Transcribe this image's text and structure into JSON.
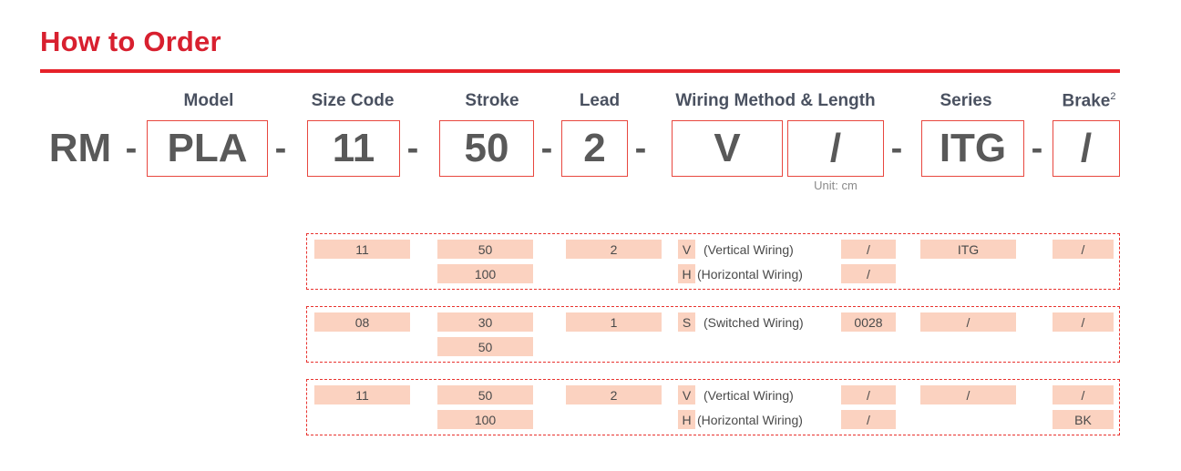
{
  "title": "How to Order",
  "accent_color": "#e62129",
  "title_color": "#d8202f",
  "chip_color": "#fbd2c0",
  "box_border_color": "#e8473f",
  "dashed_border_color": "#e8332f",
  "columns": [
    {
      "label": "Model",
      "sup": ""
    },
    {
      "label": "Size Code",
      "sup": ""
    },
    {
      "label": "Stroke",
      "sup": ""
    },
    {
      "label": "Lead",
      "sup": ""
    },
    {
      "label": "Wiring Method & Length",
      "sup": ""
    },
    {
      "label": "Series",
      "sup": ""
    },
    {
      "label": "Brake",
      "sup": "2"
    }
  ],
  "code": {
    "prefix": "RM",
    "model": "PLA",
    "size_code": "11",
    "stroke": "50",
    "lead": "2",
    "wiring_method": "V",
    "wiring_length": "/",
    "series": "ITG",
    "brake": "/",
    "separator": "-",
    "unit_note": "Unit: cm"
  },
  "option_blocks": [
    {
      "rows": [
        {
          "size_code": "11",
          "stroke": "50",
          "lead": "2",
          "wiring_letter": "V",
          "wiring_text": "(Vertical Wiring)",
          "length": "/",
          "series": "ITG",
          "brake": "/"
        },
        {
          "size_code": "",
          "stroke": "100",
          "lead": "",
          "wiring_letter": "H",
          "wiring_text": "(Horizontal Wiring)",
          "length": "/",
          "series": "",
          "brake": ""
        }
      ]
    },
    {
      "rows": [
        {
          "size_code": "08",
          "stroke": "30",
          "lead": "1",
          "wiring_letter": "S",
          "wiring_text": "(Switched Wiring)",
          "length": "0028",
          "series": "/",
          "brake": "/"
        },
        {
          "size_code": "",
          "stroke": "50",
          "lead": "",
          "wiring_letter": "",
          "wiring_text": "",
          "length": "",
          "series": "",
          "brake": ""
        }
      ]
    },
    {
      "rows": [
        {
          "size_code": "11",
          "stroke": "50",
          "lead": "2",
          "wiring_letter": "V",
          "wiring_text": "(Vertical Wiring)",
          "length": "/",
          "series": "/",
          "brake": "/"
        },
        {
          "size_code": "",
          "stroke": "100",
          "lead": "",
          "wiring_letter": "H",
          "wiring_text": "(Horizontal Wiring)",
          "length": "/",
          "series": "",
          "brake": "BK"
        }
      ]
    }
  ]
}
